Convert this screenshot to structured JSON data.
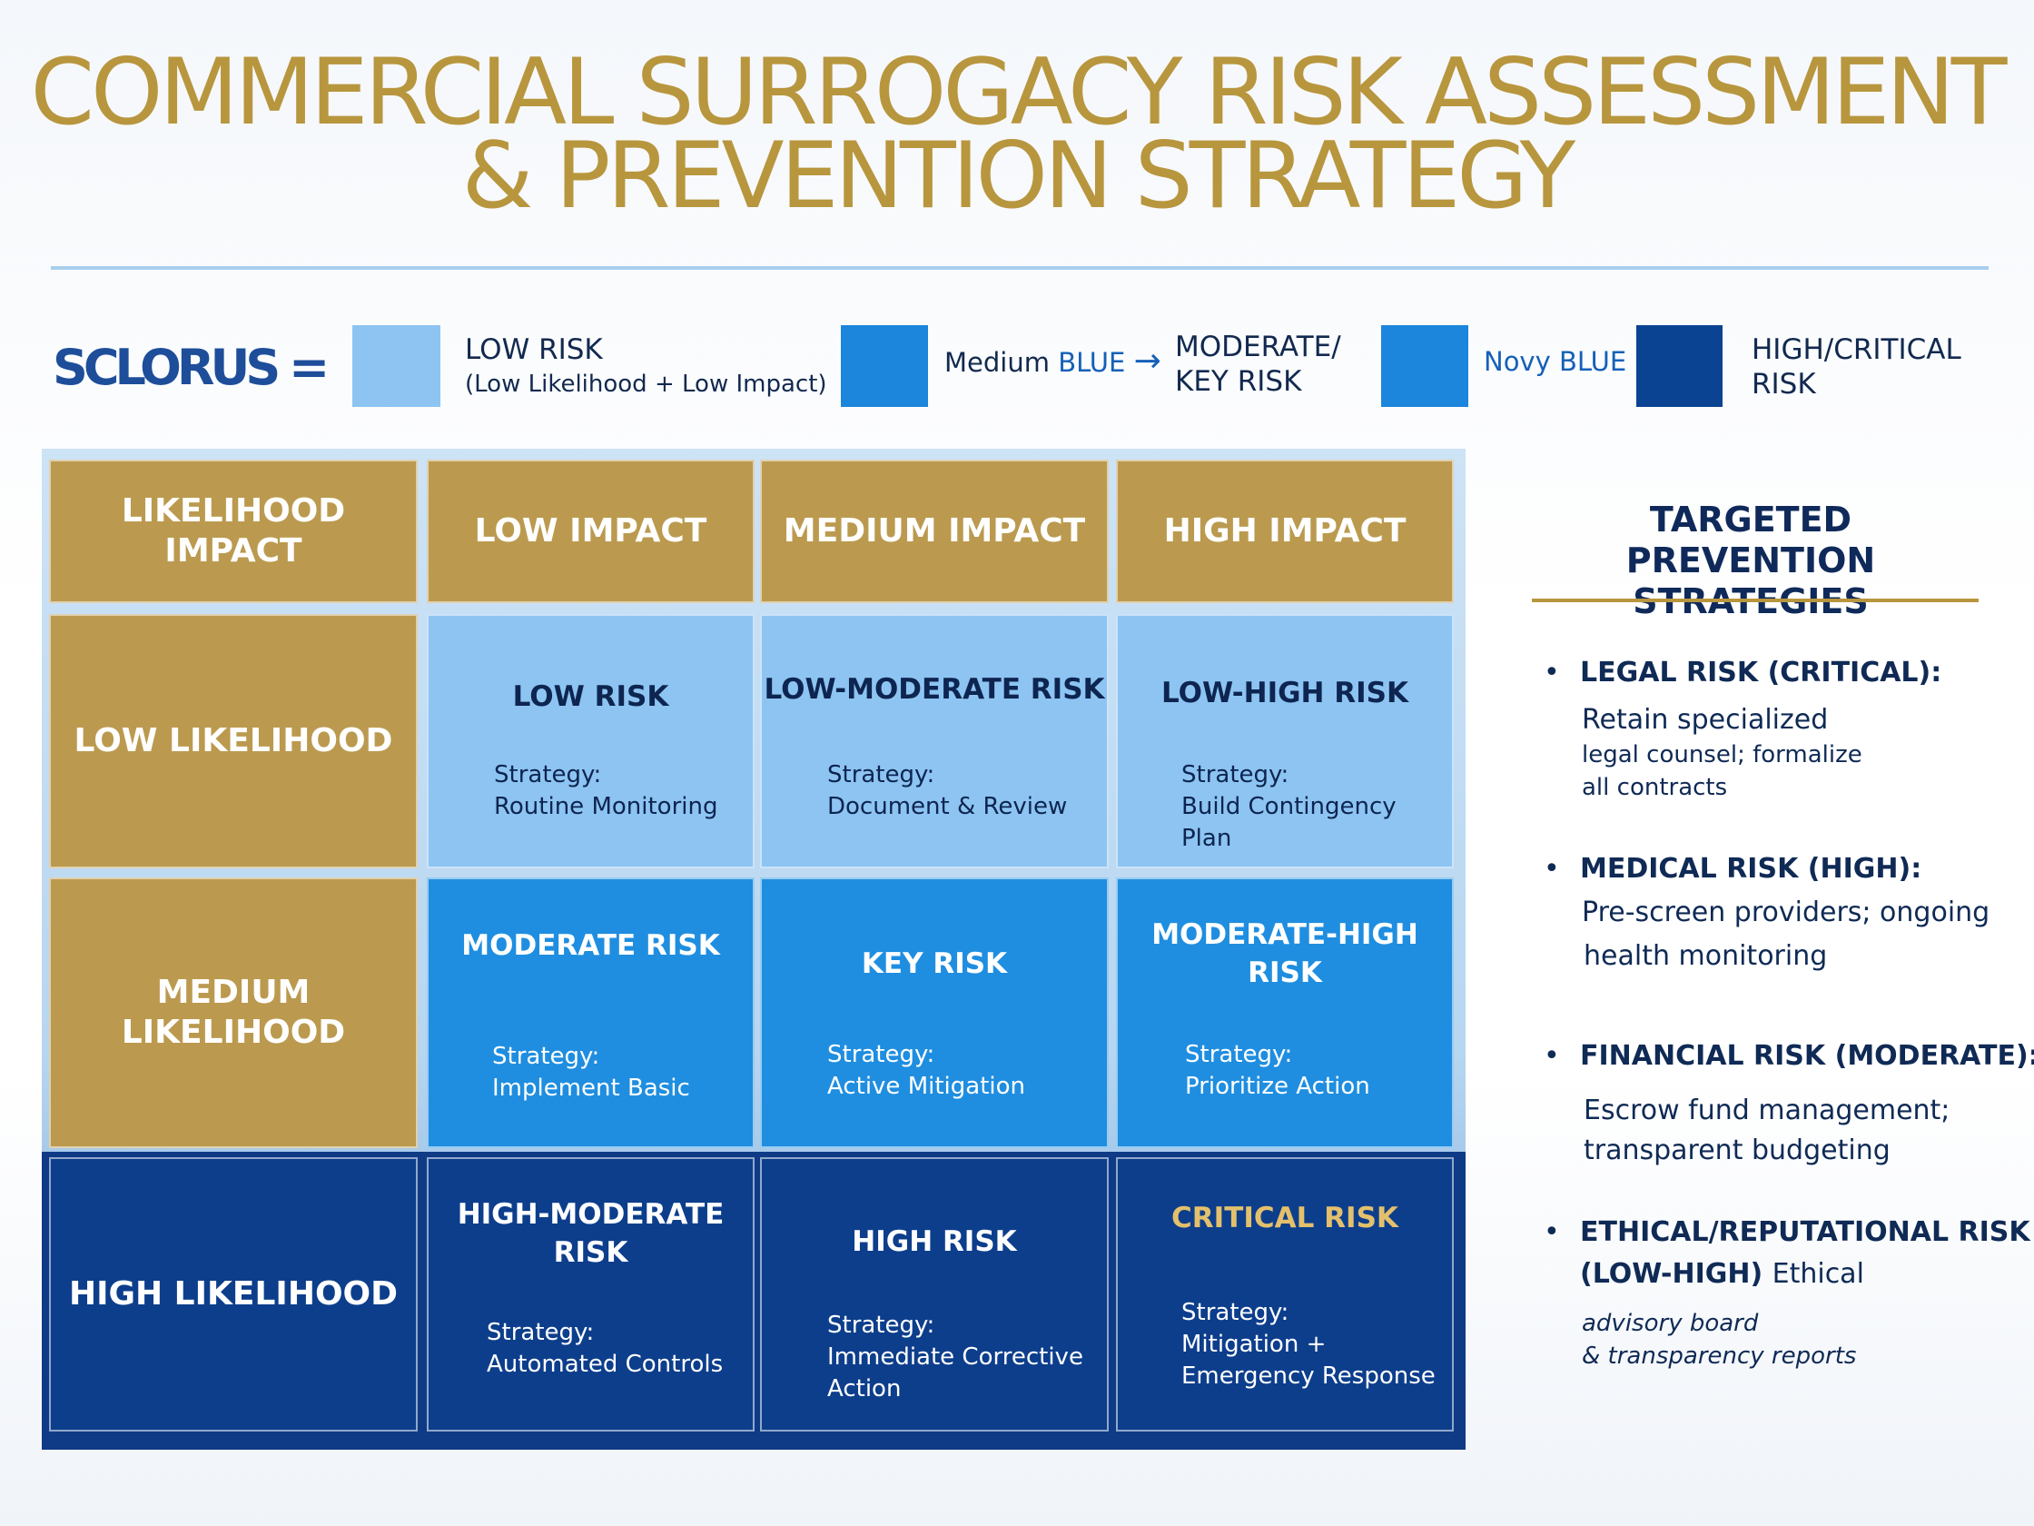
{
  "title": {
    "line1": "COMMERCIAL SURROGACY RISK ASSESSMENT",
    "line2": "& PREVENTION STRATEGY"
  },
  "legend": {
    "key_label": "SCLORUS =",
    "items": [
      {
        "color": "#8dc4f2",
        "label": "LOW RISK",
        "sub": "(Low Likelihood + Low Impact)"
      },
      {
        "color": "#1b86dc",
        "prefix": "Medium",
        "prefix_color": "BLUE",
        "arrow": "→",
        "label_line1": "MODERATE/",
        "label_line2": "KEY RISK"
      },
      {
        "color": "#1b86dc",
        "prefix": "Novy",
        "prefix_color": "BLUE"
      },
      {
        "color": "#0b4393",
        "label_line1": "HIGH/CRITICAL",
        "label_line2": "RISK"
      }
    ]
  },
  "matrix": {
    "corner": {
      "line1": "LIKELIHOOD",
      "line2": "IMPACT"
    },
    "columns": [
      "LOW IMPACT",
      "MEDIUM IMPACT",
      "HIGH IMPACT"
    ],
    "rows": [
      "LOW LIKELIHOOD",
      "MEDIUM LIKELIHOOD",
      "HIGH LIKELIHOOD"
    ],
    "strategy_label": "Strategy:",
    "cells": [
      [
        {
          "title1": "LOW RISK",
          "title2": "",
          "strategy1": "Routine Monitoring",
          "strategy2": ""
        },
        {
          "title1": "LOW-MODERATE RISK",
          "title2": "",
          "strategy1": "Document & Review",
          "strategy2": ""
        },
        {
          "title1": "LOW-HIGH RISK",
          "title2": "",
          "strategy1": "Build Contingency Plan",
          "strategy2": ""
        }
      ],
      [
        {
          "title1": "MODERATE RISK",
          "title2": "",
          "strategy1": "Implement Basic",
          "strategy2": ""
        },
        {
          "title1": "KEY RISK",
          "title2": "",
          "strategy1": "Active Mitigation",
          "strategy2": ""
        },
        {
          "title1": "MODERATE-HIGH",
          "title2": "RISK",
          "strategy1": "Prioritize Action",
          "strategy2": ""
        }
      ],
      [
        {
          "title1": "HIGH-MODERATE",
          "title2": "RISK",
          "strategy1": "Automated Controls",
          "strategy2": ""
        },
        {
          "title1": "HIGH RISK",
          "title2": "",
          "strategy1": "Immediate Corrective",
          "strategy2": "Action"
        },
        {
          "title1": "CRITICAL RISK",
          "title2": "",
          "strategy1": "Mitigation +",
          "strategy2": "Emergency Response"
        }
      ]
    ]
  },
  "panel": {
    "title1": "TARGETED PREVENTION",
    "title2": "STRATEGIES",
    "bullet": "•",
    "items": [
      {
        "head": "LEGAL RISK (CRITICAL):",
        "lines": [
          "Retain specialized",
          "legal counsel; formalize",
          "all contracts"
        ]
      },
      {
        "head": "MEDICAL RISK (HIGH):",
        "lines": [
          "Pre-screen providers; ongoing",
          "health monitoring"
        ]
      },
      {
        "head": "FINANCIAL RISK (MODERATE):",
        "lines": [
          "Escrow fund management;",
          " transparent budgeting"
        ]
      },
      {
        "head": "ETHICAL/REPUTATIONAL RISK",
        "head2": "(LOW-HIGH)",
        "head2_tail": "Ethical",
        "lines": [
          "advisory board",
          "& transparency reports"
        ]
      }
    ]
  }
}
